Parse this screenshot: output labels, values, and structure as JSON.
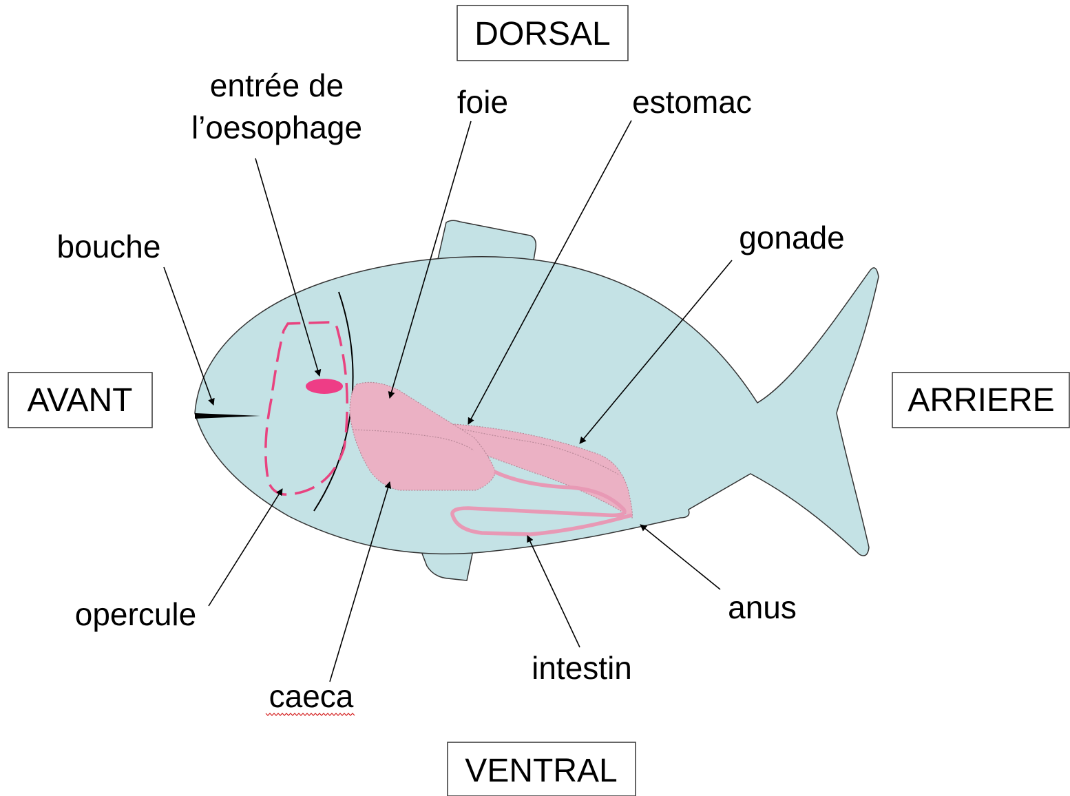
{
  "directions": {
    "dorsal": "DORSAL",
    "ventral": "VENTRAL",
    "front": "AVANT",
    "rear": "ARRIERE"
  },
  "labels": {
    "oesophagus_line1": "entrée de",
    "oesophagus_line2": "l’oesophage",
    "liver": "foie",
    "stomach": "estomac",
    "mouth": "bouche",
    "gonad": "gonade",
    "operculum": "opercule",
    "caeca": "caeca",
    "intestine": "intestin",
    "anus": "anus"
  },
  "colors": {
    "body": "#c4e2e5",
    "organ": "#ebb1c4",
    "organ_dark": "#e899b5",
    "operculum_dash": "#e8437f",
    "oesophagus_entry": "#ee3d86",
    "spellcheck_underline": "#d42020"
  }
}
